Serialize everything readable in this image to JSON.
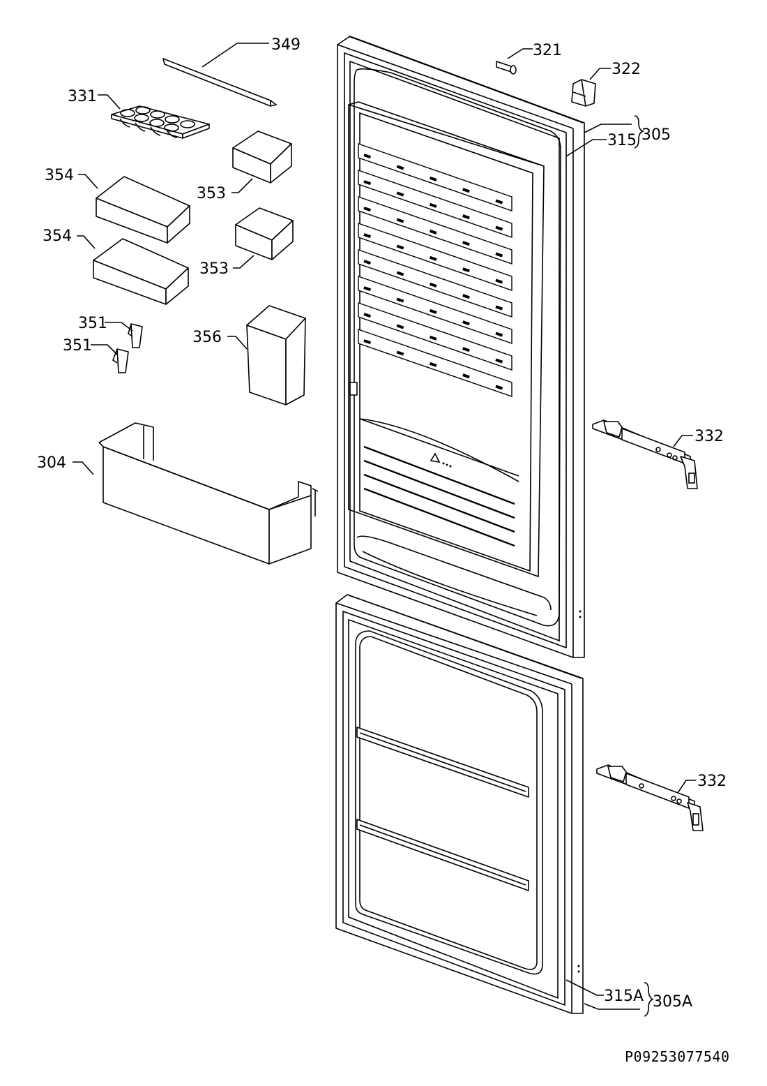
{
  "document_reference": "P09253077540",
  "callouts": {
    "c349": "349",
    "c331": "331",
    "c354a": "354",
    "c354b": "354",
    "c353a": "353",
    "c353b": "353",
    "c351a": "351",
    "c351b": "351",
    "c356": "356",
    "c304": "304",
    "c321": "321",
    "c322": "322",
    "c315": "315",
    "c305": "305",
    "c332a": "332",
    "c332b": "332",
    "c315A": "315A",
    "c305A": "305A"
  }
}
